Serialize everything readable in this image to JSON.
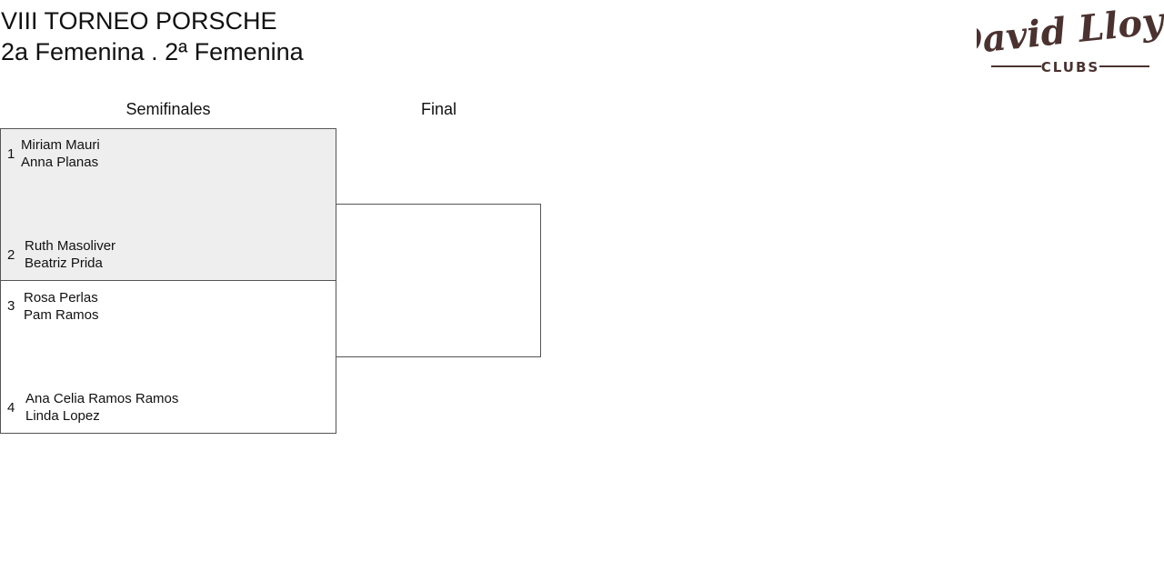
{
  "header": {
    "title": "VIII TORNEO PORSCHE",
    "subtitle": "2a Femenina . 2ª Femenina"
  },
  "logo": {
    "main_text": "David Lloyd",
    "sub_text": "CLUBS",
    "color": "#4a3230"
  },
  "rounds": {
    "semis_label": "Semifinales",
    "final_label": "Final"
  },
  "entries": [
    {
      "seed": "1",
      "player1": "Miriam Mauri",
      "player2": "Anna Planas"
    },
    {
      "seed": "2",
      "player1": "Ruth Masoliver",
      "player2": "Beatriz Prida"
    },
    {
      "seed": "3",
      "player1": "Rosa Perlas",
      "player2": "Pam Ramos"
    },
    {
      "seed": "4",
      "player1": "Ana Celia Ramos Ramos",
      "player2": "Linda Lopez"
    }
  ],
  "colors": {
    "highlight_bg": "#eeeeee",
    "border": "#555555"
  }
}
